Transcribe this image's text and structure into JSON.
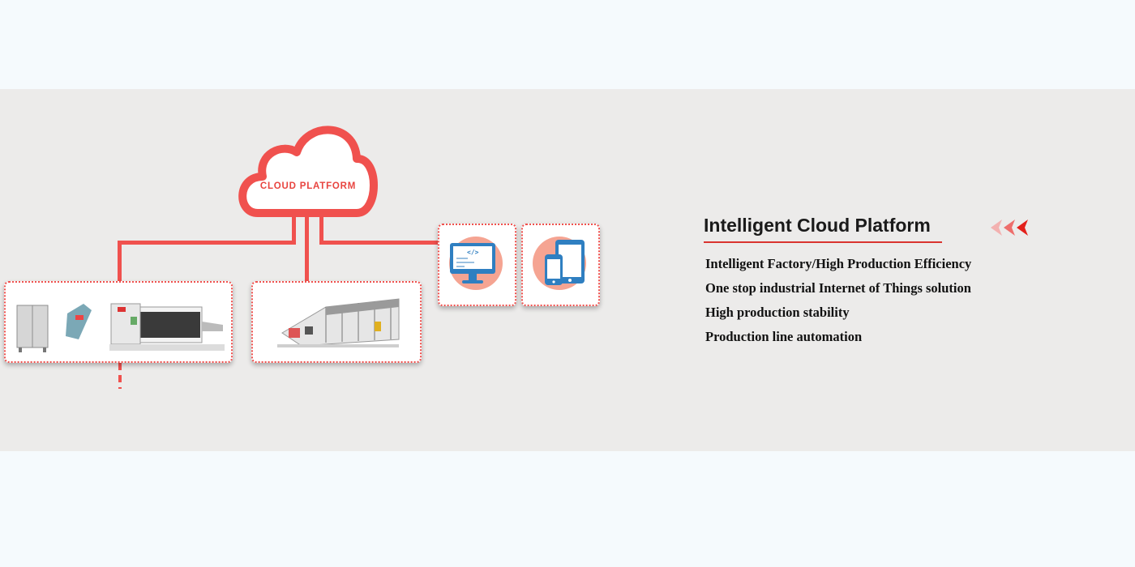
{
  "diagram": {
    "cloud_label": "CLOUD PLATFORM",
    "nodes": [
      {
        "name": "factory-equipment",
        "icon": "laser-cutting-machine-icon"
      },
      {
        "name": "production-line",
        "icon": "automated-production-line-icon"
      },
      {
        "name": "computer-terminal",
        "icon": "monitor-code-icon"
      },
      {
        "name": "mobile-devices",
        "icon": "phone-tablet-icon"
      }
    ]
  },
  "info": {
    "title": "Intelligent Cloud Platform",
    "features": [
      "Intelligent Factory/High Production Efficiency",
      "One stop industrial Internet of Things solution",
      "High production stability",
      "Production line automation"
    ]
  },
  "colors": {
    "accent": "#f0514e",
    "band_background": "#ecebea",
    "page_background": "#f5fafd",
    "icon_circle": "#f5a492"
  }
}
